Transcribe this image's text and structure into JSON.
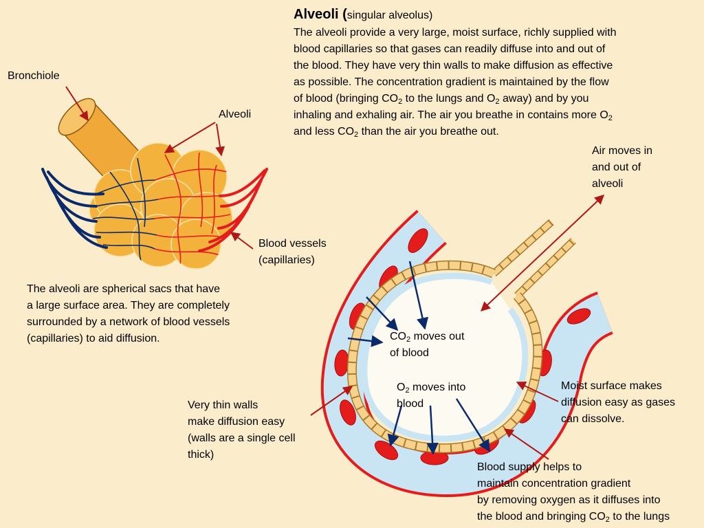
{
  "header": {
    "title": "Alveoli",
    "title_open": " (",
    "title_note": "singular alveolus)"
  },
  "description": {
    "l1": "The alveoli provide a very large, moist surface, richly supplied with",
    "l2": "blood capillaries so that gases can readily diffuse into and out of",
    "l3": "the blood.  They have very thin walls to make diffusion as effective",
    "l4": "as possible.  The concentration gradient is maintained by the flow",
    "l5_a": "of blood (bringing CO",
    "l5_sub1": "2",
    "l5_b": " to the lungs and O",
    "l5_sub2": "2",
    "l5_c": " away) and by you",
    "l6_a": "inhaling and exhaling air.  The air you breathe in contains more O",
    "l6_sub": "2",
    "l7_a": "and less CO",
    "l7_sub": "2",
    "l7_b": " than the air you breathe out."
  },
  "labels": {
    "bronchiole": "Bronchiole",
    "alveoli": "Alveoli",
    "blood_vessels_1": "Blood vessels",
    "blood_vessels_2": "(capillaries)",
    "air_1": "Air moves in",
    "air_2": "and out of",
    "air_3": "alveoli",
    "co2_a": "CO",
    "co2_sub": "2",
    "co2_b": " moves out",
    "co2_2": "of blood",
    "o2_a": "O",
    "o2_sub": "2",
    "o2_b": " moves into",
    "o2_2": "blood",
    "moist_1": "Moist surface makes",
    "moist_2": "diffusion easy as gases",
    "moist_3": "can dissolve.",
    "thin_1": "Very thin walls",
    "thin_2": "make diffusion easy",
    "thin_3": "(walls are a single cell",
    "thin_4": "thick)",
    "supply_1": "Blood supply helps to",
    "supply_2": "maintain concentration gradient",
    "supply_3": "by removing oxygen as it diffuses into",
    "supply_4a": "the blood and bringing CO",
    "supply_4sub": "2",
    "supply_4b": " to the lungs"
  },
  "caption": {
    "l1": "The alveoli are spherical sacs that have",
    "l2": "a large surface area.  They are completely",
    "l3": "surrounded by a network of blood vessels",
    "l4": "(capillaries) to aid diffusion."
  },
  "colors": {
    "background": "#fbeccb",
    "alveoli_fill": "#f3b23c",
    "deoxygenated": "#0b2a6b",
    "oxygenated": "#e41c1c",
    "pointer": "#b01818",
    "wall_cells": "#f6d28c",
    "moist_layer": "#c9e4f2"
  }
}
